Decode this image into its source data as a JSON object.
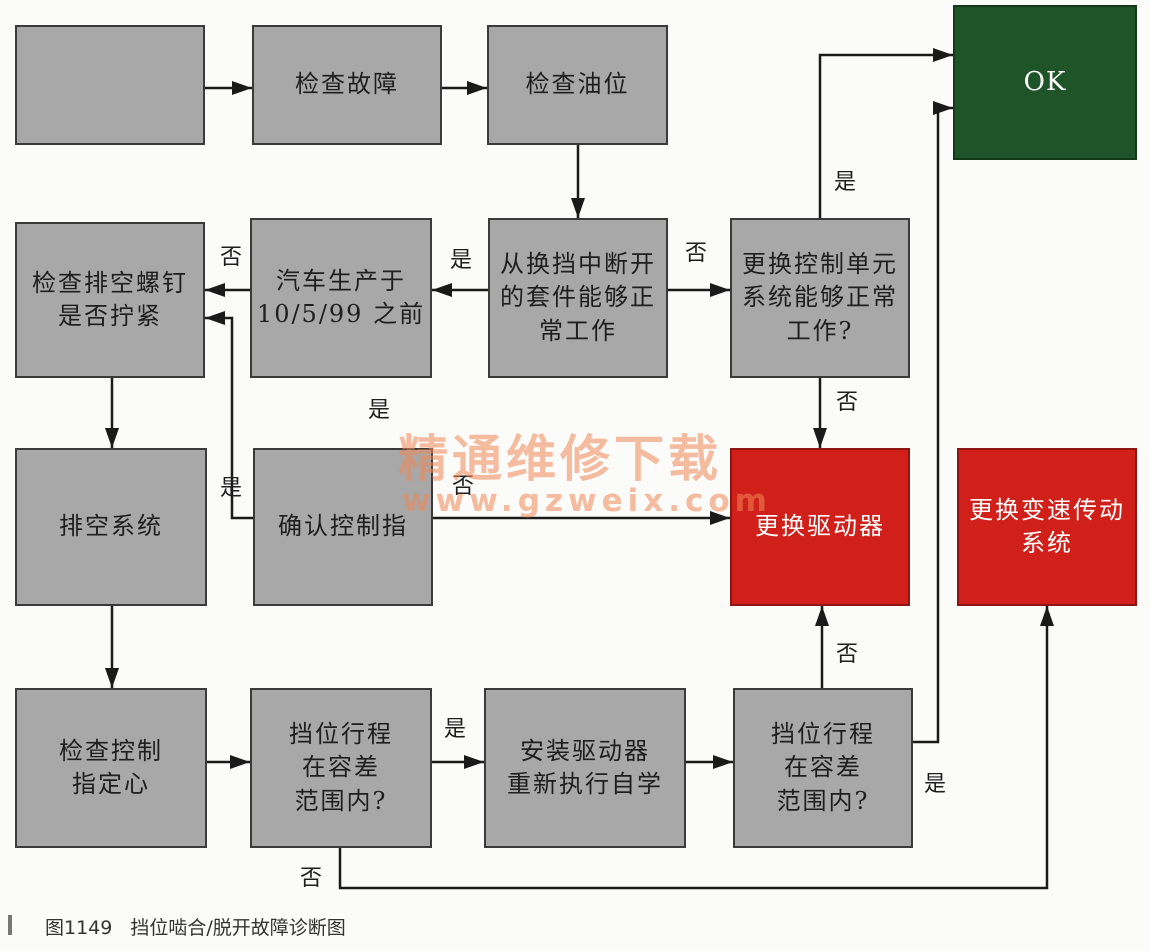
{
  "boxes": {
    "check_fault": "检查故障",
    "check_oil": "检查油位",
    "ok": "OK",
    "check_bleed_screw": "检查排空螺钉\n是否拧紧",
    "vehicle_built": "汽车生产于\n10/5/99 之前",
    "disconnect_kit": "从换挡中断开\n的套件能够正\n常工作",
    "replace_control_unit": "更换控制单元\n系统能够正常\n工作?",
    "bleed_system": "排空系统",
    "confirm_control": "确认控制指",
    "replace_actuator": "更换驱动器",
    "replace_transmission": "更换变速传动\n系统",
    "check_control_center": "检查控制\n指定心",
    "travel_tolerance_1": "挡位行程\n在容差\n范围内?",
    "install_actuator": "安装驱动器\n重新执行自学",
    "travel_tolerance_2": "挡位行程\n在容差\n范围内?"
  },
  "labels": {
    "vehicle_to_bleed_screw": "否",
    "kit_to_vehicle": "是",
    "kit_to_control_unit": "否",
    "control_unit_to_ok": "是",
    "control_unit_to_actuator": "否",
    "middle_yes": "是",
    "confirm_to_bleed_screw": "是",
    "confirm_to_actuator": "否",
    "tolerance2_to_actuator": "否",
    "tolerance1_to_install": "是",
    "tolerance2_to_ok": "是",
    "tolerance1_to_transmission": "否"
  },
  "watermark": {
    "line1": "精通维修下载",
    "line2": "www.gzweix.com"
  },
  "caption": {
    "figure": "图1149",
    "title": "挡位啮合/脱开故障诊断图"
  },
  "colors": {
    "step_box": "#a8a8a8",
    "ok_box": "#1e5428",
    "replace_box": "#d1201a",
    "arrow": "#1a1a1a",
    "watermark": "#f08755"
  }
}
